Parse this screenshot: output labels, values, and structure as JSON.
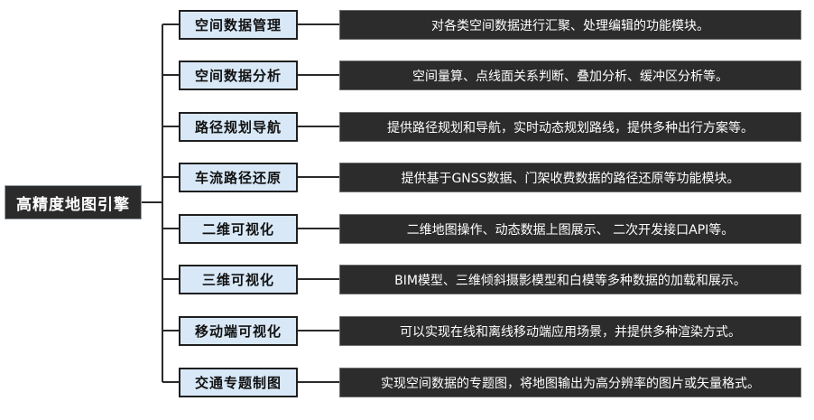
{
  "root": {
    "label": "高精度地图引擎"
  },
  "modules": [
    {
      "name": "空间数据管理",
      "desc": "对各类空间数据进行汇聚、处理编辑的功能模块。"
    },
    {
      "name": "空间数据分析",
      "desc": "空间量算、点线面关系判断、叠加分析、缓冲区分析等。"
    },
    {
      "name": "路径规划导航",
      "desc": "提供路径规划和导航，实时动态规划路线，提供多种出行方案等。"
    },
    {
      "name": "车流路径还原",
      "desc": "提供基于GNSS数据、门架收费数据的路径还原等功能模块。"
    },
    {
      "name": "二维可视化",
      "desc": "二维地图操作、动态数据上图展示、 二次开发接口API等。"
    },
    {
      "name": "三维可视化",
      "desc": "BIM模型、三维倾斜摄影模型和白模等多种数据的加载和展示。"
    },
    {
      "name": "移动端可视化",
      "desc": "可以实现在线和离线移动端应用场景，并提供多种渲染方式。"
    },
    {
      "name": "交通专题制图",
      "desc": "实现空间数据的专题图，将地图输出为高分辨率的图片或矢量格式。"
    }
  ],
  "colors": {
    "root_bg": "#2b2b2b",
    "module_bg": "#d8e8f7",
    "desc_bg": "#2c2c2c",
    "connector": "#2a2a2a"
  }
}
